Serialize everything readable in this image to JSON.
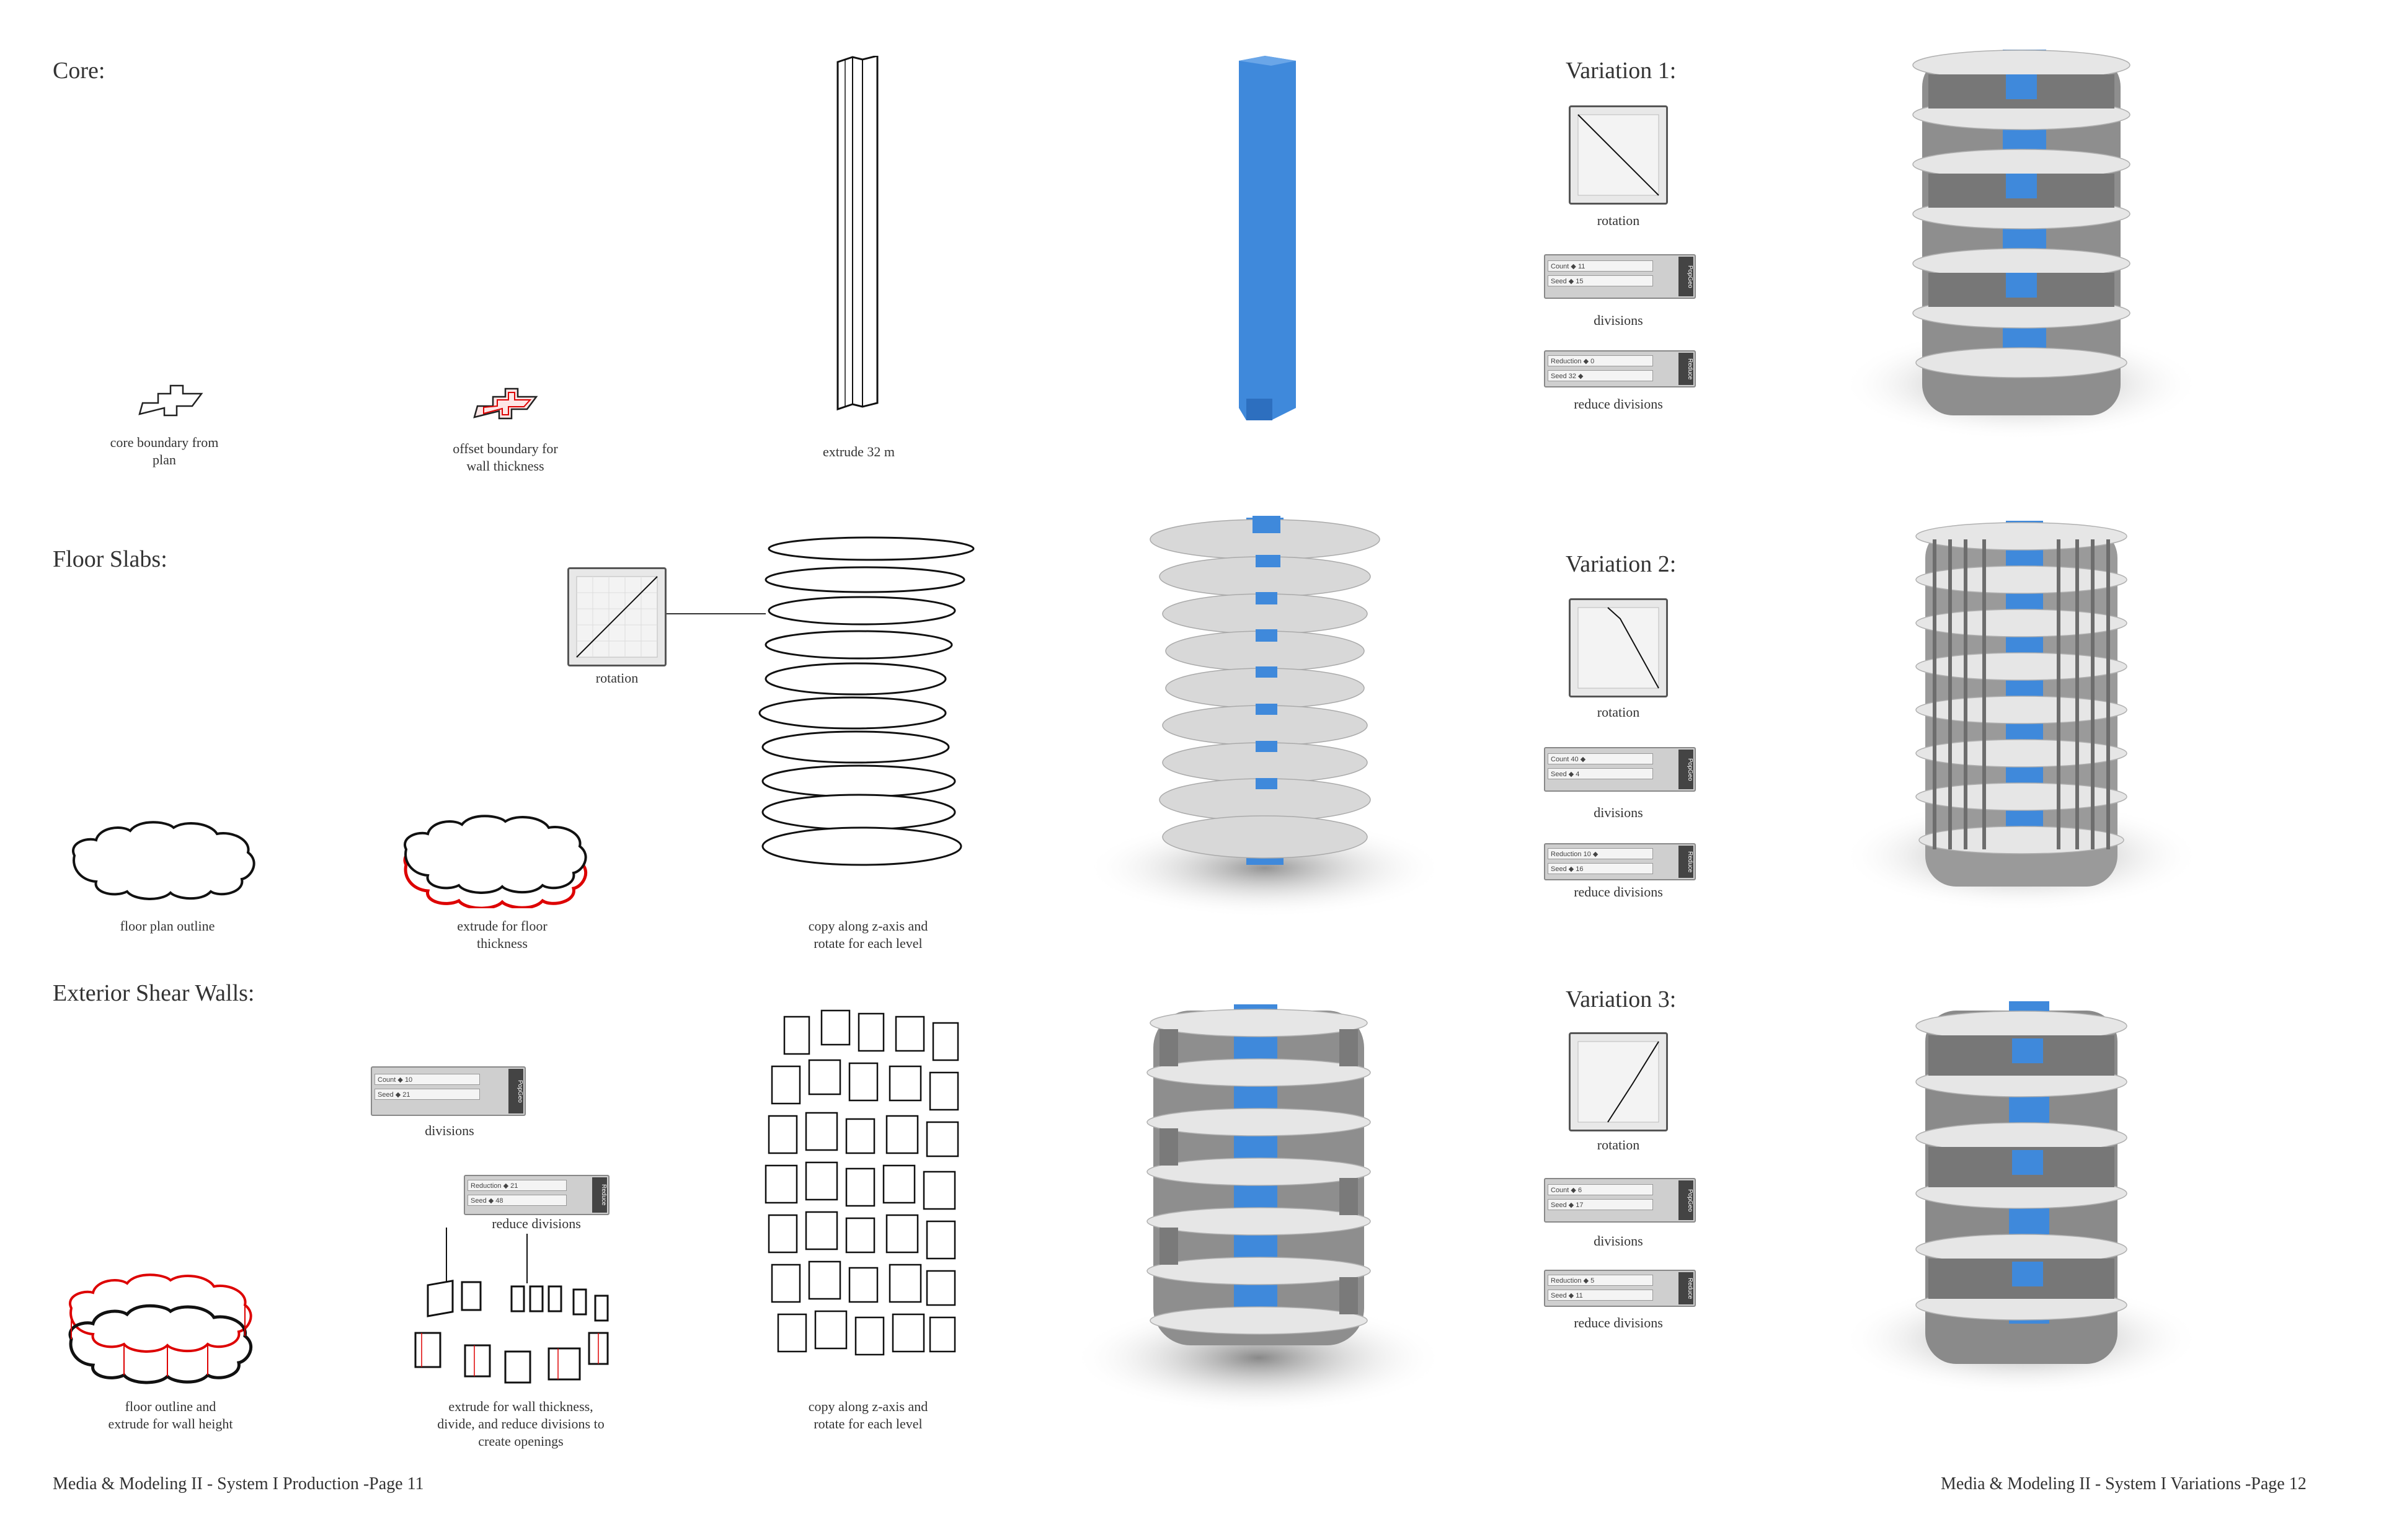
{
  "headings": {
    "core": "Core:",
    "floor_slabs": "Floor Slabs:",
    "shear_walls": "Exterior Shear Walls:"
  },
  "core_captions": {
    "boundary": "core boundary from\nplan",
    "offset": "offset boundary for\nwall thickness",
    "extrude": "extrude 32 m"
  },
  "floor_captions": {
    "rotation": "rotation",
    "outline": "floor plan outline",
    "thickness": "extrude for floor\nthickness",
    "copy": "copy along z-axis and\nrotate for each level"
  },
  "wall_captions": {
    "divisions": "divisions",
    "reduce": "reduce divisions",
    "outline": "floor outline and\nextrude for wall height",
    "divide": "extrude for wall thickness,\ndivide, and reduce divisions to\ncreate openings",
    "copy": "copy along z-axis and\nrotate for each level"
  },
  "variations": [
    {
      "title": "Variation 1:",
      "rotation": "rotation",
      "divisions": "divisions",
      "reduce": "reduce divisions",
      "slider_a": [
        "Count",
        "Seed"
      ],
      "slider_a_vals": [
        "◆ 11",
        "◆ 15"
      ],
      "slider_b": [
        "Reduction",
        "Seed"
      ],
      "slider_b_vals": [
        "◆ 0",
        "32 ◆"
      ]
    },
    {
      "title": "Variation 2:",
      "rotation": "rotation",
      "divisions": "divisions",
      "reduce": "reduce divisions",
      "slider_a": [
        "Count",
        "Seed"
      ],
      "slider_a_vals": [
        "40 ◆",
        "◆ 4"
      ],
      "slider_b": [
        "Reduction",
        "Seed"
      ],
      "slider_b_vals": [
        "10 ◆",
        "◆ 16"
      ]
    },
    {
      "title": "Variation 3:",
      "rotation": "rotation",
      "divisions": "divisions",
      "reduce": "reduce divisions",
      "slider_a": [
        "Count",
        "Seed"
      ],
      "slider_a_vals": [
        "◆ 6",
        "◆ 17"
      ],
      "slider_b": [
        "Reduction",
        "Seed"
      ],
      "slider_b_vals": [
        "◆ 5",
        "◆ 11"
      ]
    }
  ],
  "wall_sliders": {
    "a": [
      "Count",
      "Seed"
    ],
    "a_vals": [
      "◆ 10",
      "◆ 21"
    ],
    "b": [
      "Reduction",
      "Seed"
    ],
    "b_vals": [
      "◆ 21",
      "◆ 48"
    ],
    "comp_a": "PopGeo",
    "comp_b": "Reduce"
  },
  "footer": {
    "left": "Media & Modeling II - System I Production -Page 11",
    "right": "Media & Modeling II - System I Variations -Page 12"
  },
  "colors": {
    "core_blue": "#2f7fd6",
    "slab_grey": "#cfcfcf",
    "wall_grey": "#9a9a9a",
    "red_edge": "#d00000"
  }
}
